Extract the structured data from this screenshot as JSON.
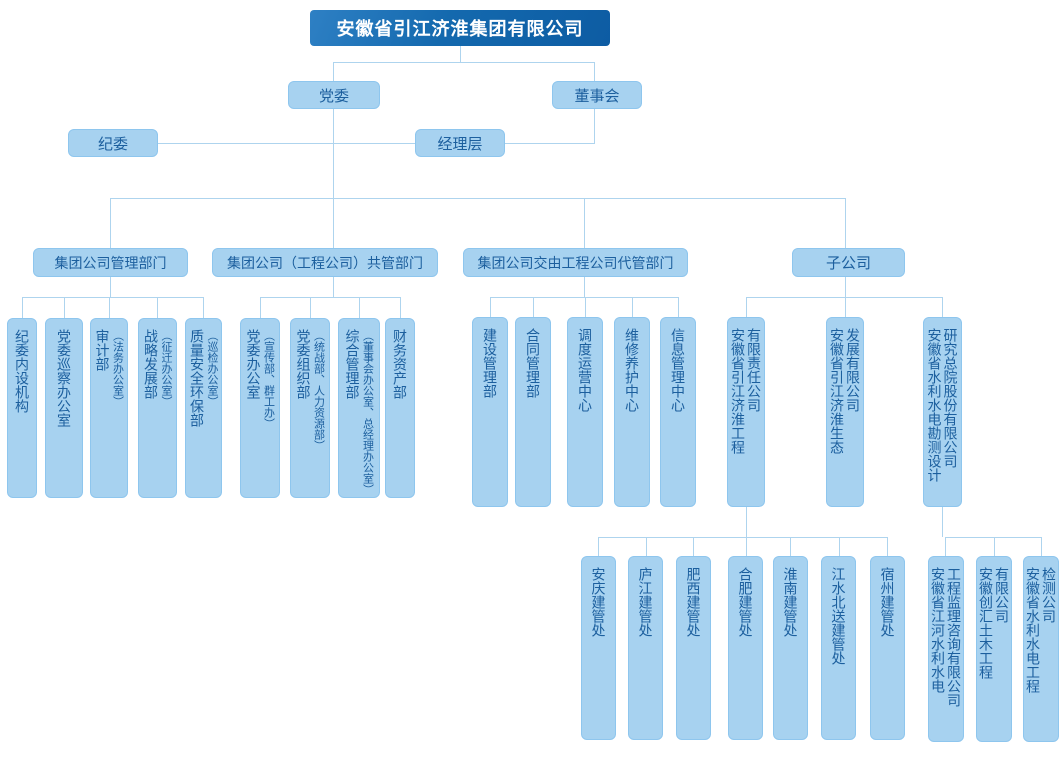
{
  "title": "安徽省引江济淮集团有限公司",
  "nodes": {
    "party_committee": "党委",
    "board": "董事会",
    "discipline_committee": "纪委",
    "management_layer": "经理层"
  },
  "groups": [
    {
      "label": "集团公司管理部门",
      "children": [
        {
          "main": "纪委内设机构"
        },
        {
          "main": "党委巡察办公室"
        },
        {
          "main": "审计部",
          "sub": "（法务办公室）"
        },
        {
          "main": "战略发展部",
          "sub": "（征迁办公室）"
        },
        {
          "main": "质量安全环保部",
          "sub": "（巡检办公室）"
        }
      ]
    },
    {
      "label": "集团公司（工程公司）共管部门",
      "children": [
        {
          "main": "党委办公室",
          "sub": "（宣传部、群工办）"
        },
        {
          "main": "党委组织部",
          "sub": "（统战部、人力资源部）"
        },
        {
          "main": "综合管理部",
          "sub": "（董事会办公室、总经理办公室）"
        },
        {
          "main": "财务资产部"
        }
      ]
    },
    {
      "label": "集团公司交由工程公司代管部门",
      "children": [
        {
          "main": "建设管理部"
        },
        {
          "main": "合同管理部"
        },
        {
          "main": "调度运营中心"
        },
        {
          "main": "维修养护中心"
        },
        {
          "main": "信息管理中心"
        }
      ]
    },
    {
      "label": "子公司",
      "children": [
        {
          "main": "安徽省引江济淮工程",
          "cont": "有限责任公司"
        },
        {
          "main": "安徽省引江济淮生态",
          "cont": "发展有限公司"
        },
        {
          "main": "安徽省水利水电勘测设计",
          "cont": "研究总院股份有限公司"
        }
      ]
    }
  ],
  "construction_offices": [
    "安庆建管处",
    "庐江建管处",
    "肥西建管处",
    "合肥建管处",
    "淮南建管处",
    "江水北送建管处",
    "宿州建管处"
  ],
  "survey_subsidiaries": [
    {
      "main": "安徽省江河水利水电",
      "cont": "工程监理咨询有限公司"
    },
    {
      "main": "安徽创汇土木工程",
      "cont": "有限公司"
    },
    {
      "main": "安徽省水利水电工程",
      "cont": "检测公司"
    }
  ],
  "colors": {
    "root_gradient_start": "#2e80c4",
    "root_gradient_end": "#0d5ca3",
    "root_text": "#ffffff",
    "node_fill": "#a7d2f0",
    "node_border": "#8ec6ee",
    "node_text": "#1c5f9e",
    "connector_line": "#aed4ee",
    "background": "#ffffff"
  }
}
